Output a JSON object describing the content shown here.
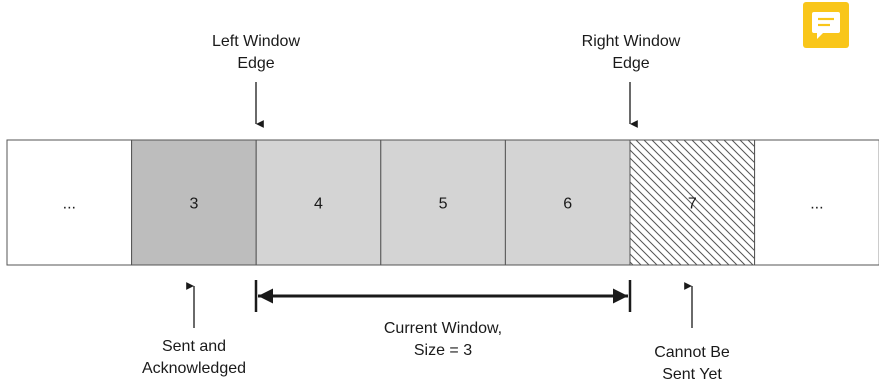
{
  "cells": [
    {
      "label": "...",
      "state": "unsent"
    },
    {
      "label": "3",
      "state": "sent-acknowledged"
    },
    {
      "label": "4",
      "state": "in-window"
    },
    {
      "label": "5",
      "state": "in-window"
    },
    {
      "label": "6",
      "state": "in-window"
    },
    {
      "label": "7",
      "state": "cannot-send"
    },
    {
      "label": "...",
      "state": "unsent"
    }
  ],
  "colors": {
    "acknowledged": "#bdbdbd",
    "window": "#d4d4d4",
    "blank": "#ffffff",
    "border": "#555555",
    "hatch": "#555555",
    "note_icon": "#f9c61a"
  },
  "labels": {
    "left_edge": "Left Window\nEdge",
    "right_edge": "Right Window\nEdge",
    "current_window": "Current Window,\nSize = 3",
    "sent_ack": "Sent and\nAcknowledged",
    "cannot_send": "Cannot Be\nSent Yet"
  },
  "icons": {
    "note": "note-icon"
  }
}
